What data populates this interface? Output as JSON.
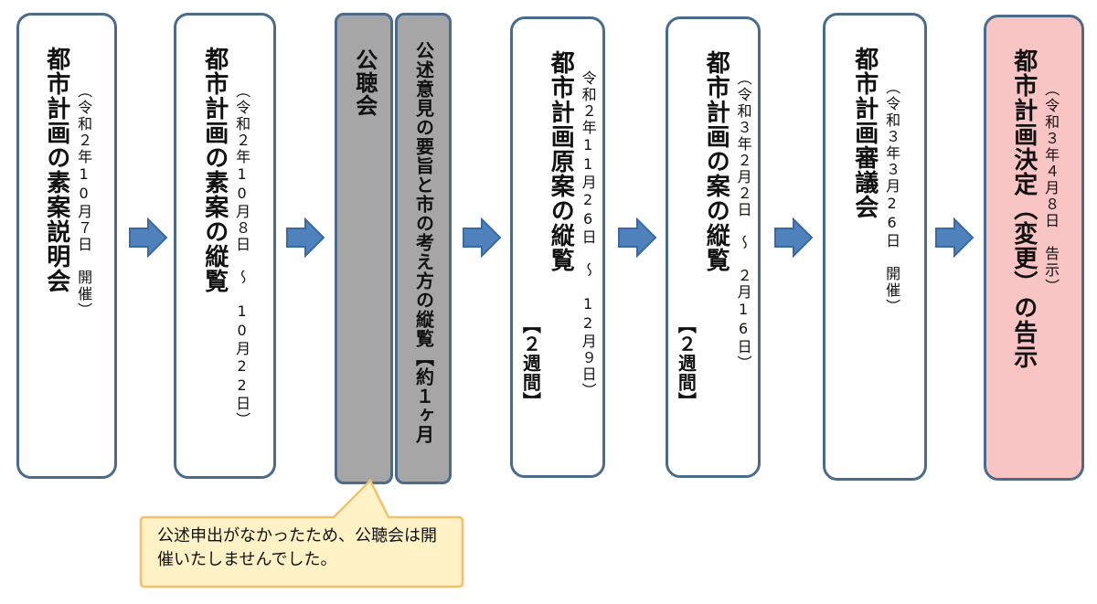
{
  "steps": [
    {
      "title": "都市計画の素案説明会",
      "date": "（令和２年10月７日　開催）"
    },
    {
      "title": "都市計画の素案の縦覧",
      "date": "（令和２年10月８日　～　10月22日）"
    },
    {
      "title": "公聴会",
      "note": "公述意見の要旨と市の考え方の縦覧【約１ヶ月"
    },
    {
      "title": "都市計画原案の縦覧",
      "date": "令和２年11月26日　～　12月９日）",
      "tag": "【２週間】"
    },
    {
      "title": "都市計画の案の縦覧",
      "date": "（令和３年２月２日　～　２月16日）",
      "tag": "【２週間】"
    },
    {
      "title": "都市計画審議会",
      "date": "（令和３年３月26日　開催）"
    },
    {
      "title": "都市計画決定（変更）の告示",
      "date": "（令和３年４月８日　告示）"
    }
  ],
  "callout": "公述申出がなかったため、公聴会は開催いたしませんでした。",
  "colors": {
    "border": "#4a6b8a",
    "arrow": "#4f81bd",
    "gray": "#a6a6a6",
    "pink": "#f8c4c4",
    "callout": "#fff2c6",
    "callout_border": "#f5c06a"
  }
}
